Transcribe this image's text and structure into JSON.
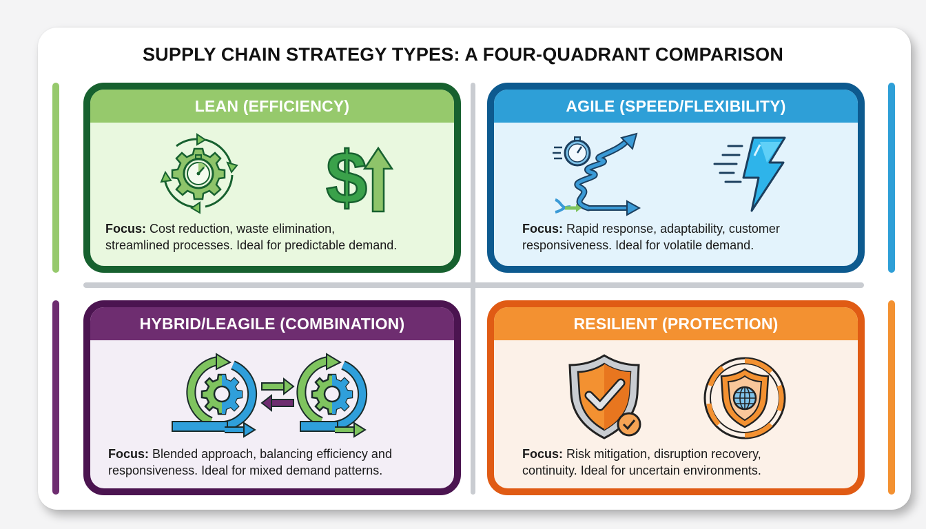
{
  "title": "SUPPLY CHAIN STRATEGY TYPES: A FOUR-QUADRANT COMPARISON",
  "colors": {
    "lean_border": "#17612f",
    "lean_header": "#96c96c",
    "lean_body": "#e9f8df",
    "agile_border": "#0d5a8f",
    "agile_header": "#2e9fd7",
    "agile_body": "#e3f3fc",
    "hybrid_border": "#4b1450",
    "hybrid_header": "#6e2d70",
    "hybrid_body": "#f3eef6",
    "resilient_border": "#e05b14",
    "resilient_header": "#f39131",
    "resilient_body": "#fcf1e8",
    "divider": "#c9ccd1"
  },
  "quadrants": [
    {
      "id": "lean",
      "heading": "LEAN (EFFICIENCY)",
      "focus_label": "Focus:",
      "focus_line1": "Cost reduction, waste elimination,",
      "focus_line2": "streamlined processes. Ideal for predictable demand.",
      "icons": [
        "gear-stopwatch-cycle-icon",
        "dollar-up-arrow-icon"
      ]
    },
    {
      "id": "agile",
      "heading": "AGILE (SPEED/FLEXIBILITY)",
      "focus_label": "Focus:",
      "focus_line1": "Rapid response, adaptability, customer",
      "focus_line2": "responsiveness. Ideal for volatile demand.",
      "icons": [
        "stopwatch-spiral-arrow-icon",
        "lightning-bolt-icon"
      ]
    },
    {
      "id": "hybrid",
      "heading": "HYBRID/LEAGILE (COMBINATION)",
      "focus_label": "Focus:",
      "focus_line1": "Blended approach, balancing efficiency and",
      "focus_line2": "responsiveness. Ideal for mixed demand patterns.",
      "icons": [
        "gear-cycle-icon",
        "exchange-arrows-icon",
        "gear-cycle-icon"
      ]
    },
    {
      "id": "resilient",
      "heading": "RESILIENT (PROTECTION)",
      "focus_label": "Focus:",
      "focus_line1": "Risk mitigation, disruption recovery,",
      "focus_line2": "continuity. Ideal for uncertain environments.",
      "icons": [
        "shield-check-icon",
        "shield-globe-ring-icon"
      ]
    }
  ]
}
